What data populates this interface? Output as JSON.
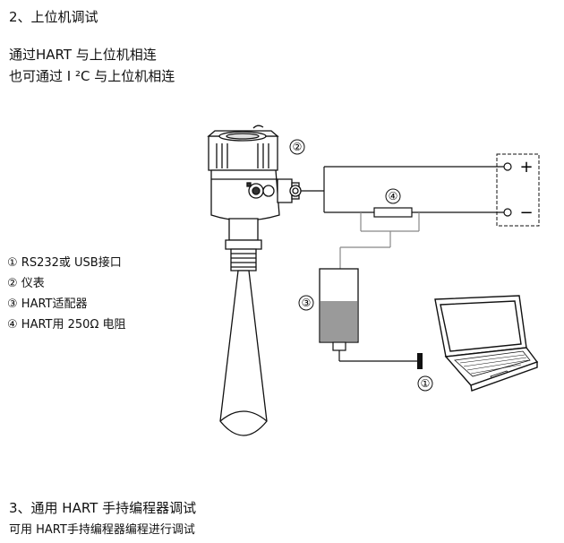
{
  "section2": {
    "heading": "2、上位机调试",
    "line1": "通过HART 与上位机相连",
    "line2": "也可通过 I ²C 与上位机相连"
  },
  "legend": [
    {
      "num": "①",
      "text": "RS232或 USB接口"
    },
    {
      "num": "②",
      "text": "仪表"
    },
    {
      "num": "③",
      "text": "HART适配器"
    },
    {
      "num": "④",
      "text": "HART用 250Ω 电阻"
    }
  ],
  "diagram": {
    "callout_instrument": "②",
    "callout_resistor": "④",
    "callout_adapter": "③",
    "callout_port": "①",
    "plus_sign": "+",
    "minus_sign": "−"
  },
  "section3": {
    "heading": "3、通用 HART 手持编程器调试",
    "line1": "可用 HART手持编程器编程进行调试"
  }
}
